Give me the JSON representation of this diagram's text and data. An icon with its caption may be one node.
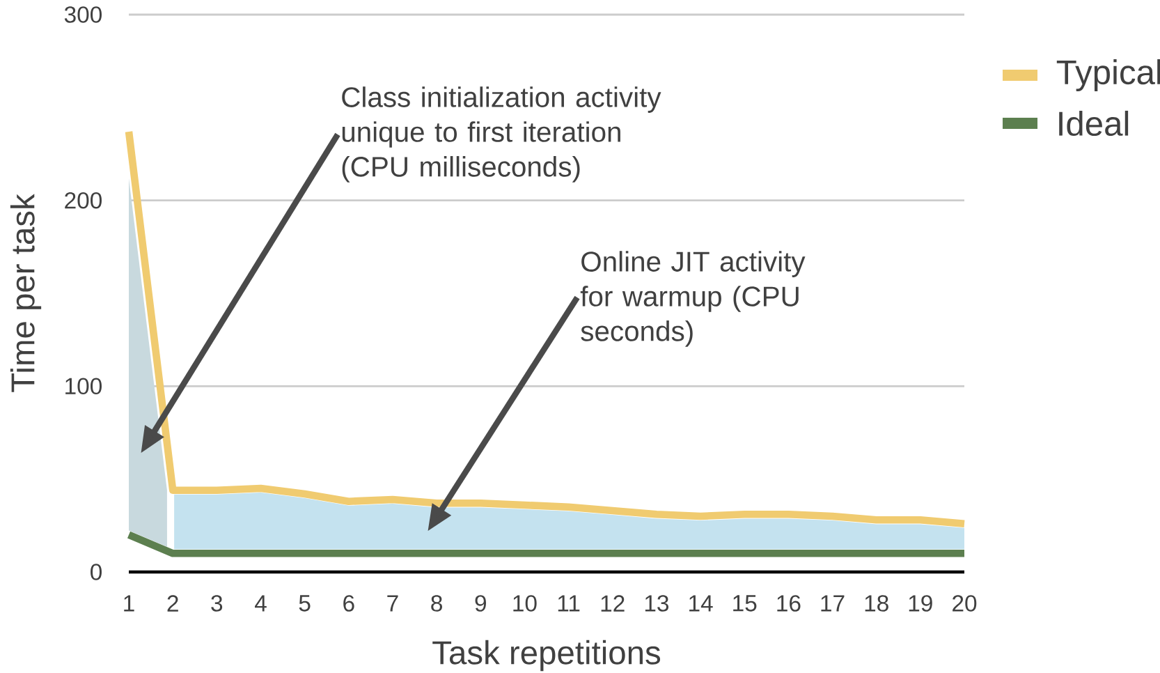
{
  "diagram": {
    "nodes": [
      {
        "text": [
          "Class initialization activity unique to first iteration (CPU milliseconds)"
        ]
      },
      {
        "text": [
          "Online JIT activity for warmup (CPU seconds)"
        ]
      },
      {
        "text": [],
        "shape": "area"
      },
      {
        "text": [],
        "shape": "area"
      }
    ],
    "edges": [
      {
        "from": 0,
        "to": 2,
        "arrow": "to"
      },
      {
        "from": 1,
        "to": 3,
        "arrow": "to"
      }
    ],
    "chart_data": {
      "type": "line",
      "xlabel": "Task repetitions",
      "ylabel": "Time per task",
      "x": [
        1,
        2,
        3,
        4,
        5,
        6,
        7,
        8,
        9,
        10,
        11,
        12,
        13,
        14,
        15,
        16,
        17,
        18,
        19,
        20
      ],
      "series": [
        {
          "name": "Typical",
          "color": "#f0cb70",
          "values": [
            237,
            44,
            44,
            45,
            42,
            38,
            39,
            37,
            37,
            36,
            35,
            33,
            31,
            30,
            31,
            31,
            30,
            28,
            28,
            26
          ]
        },
        {
          "name": "Ideal",
          "color": "#5c7f4f",
          "values": [
            20,
            10,
            10,
            10,
            10,
            10,
            10,
            10,
            10,
            10,
            10,
            10,
            10,
            10,
            10,
            10,
            10,
            10,
            10,
            10
          ]
        }
      ],
      "xlim": [
        1,
        20
      ],
      "ylim": [
        0,
        300
      ],
      "xticks": [
        1,
        2,
        3,
        4,
        5,
        6,
        7,
        8,
        9,
        10,
        11,
        12,
        13,
        14,
        15,
        16,
        17,
        18,
        19,
        20
      ],
      "yticks": [
        0,
        100,
        200,
        300
      ]
    }
  }
}
